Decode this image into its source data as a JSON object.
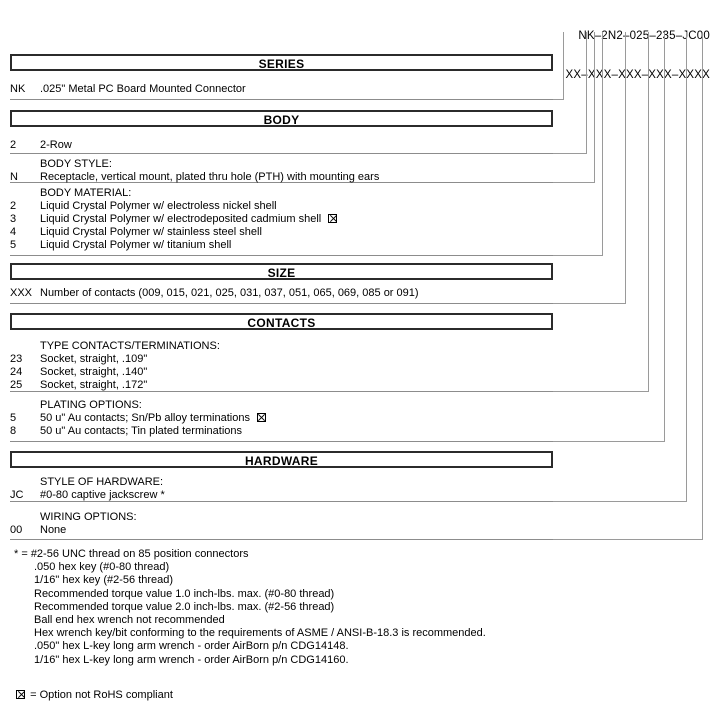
{
  "header": {
    "part_number": "NK–2N2–025–235–JC00",
    "mask": "XX–XXX–XXX–XXX–XXXX"
  },
  "sections": [
    {
      "title": "SERIES",
      "subsections": [
        {
          "title": null,
          "options": [
            {
              "code": "NK",
              "desc": ".025\" Metal PC Board Mounted Connector",
              "rohs": false
            }
          ]
        }
      ]
    },
    {
      "title": "BODY",
      "subsections": [
        {
          "title": null,
          "options": [
            {
              "code": "2",
              "desc": "2-Row",
              "rohs": false
            }
          ]
        },
        {
          "title": "BODY STYLE:",
          "options": [
            {
              "code": "N",
              "desc": "Receptacle, vertical mount, plated thru hole (PTH) with mounting ears",
              "rohs": false
            }
          ]
        },
        {
          "title": "BODY MATERIAL:",
          "options": [
            {
              "code": "2",
              "desc": "Liquid Crystal Polymer w/ electroless nickel shell",
              "rohs": false
            },
            {
              "code": "3",
              "desc": "Liquid Crystal Polymer w/ electrodeposited cadmium shell",
              "rohs": true
            },
            {
              "code": "4",
              "desc": "Liquid Crystal Polymer w/ stainless steel shell",
              "rohs": false
            },
            {
              "code": "5",
              "desc": "Liquid Crystal Polymer w/ titanium shell",
              "rohs": false
            }
          ]
        }
      ]
    },
    {
      "title": "SIZE",
      "subsections": [
        {
          "title": null,
          "options": [
            {
              "code": "XXX",
              "desc": "Number of contacts (009, 015, 021, 025, 031, 037, 051, 065, 069, 085 or 091)",
              "rohs": false
            }
          ]
        }
      ]
    },
    {
      "title": "CONTACTS",
      "subsections": [
        {
          "title": "TYPE CONTACTS/TERMINATIONS:",
          "options": [
            {
              "code": "23",
              "desc": "Socket, straight, .109\"",
              "rohs": false
            },
            {
              "code": "24",
              "desc": "Socket, straight, .140\"",
              "rohs": false
            },
            {
              "code": "25",
              "desc": "Socket, straight, .172\"",
              "rohs": false
            }
          ]
        },
        {
          "title": "PLATING OPTIONS:",
          "options": [
            {
              "code": "5",
              "desc": "50 u\" Au contacts; Sn/Pb alloy terminations",
              "rohs": true
            },
            {
              "code": "8",
              "desc": "50 u\" Au contacts; Tin plated terminations",
              "rohs": false
            }
          ]
        }
      ]
    },
    {
      "title": "HARDWARE",
      "subsections": [
        {
          "title": "STYLE OF HARDWARE:",
          "options": [
            {
              "code": "JC",
              "desc": "#0-80 captive jackscrew *",
              "rohs": false
            }
          ]
        },
        {
          "title": "WIRING OPTIONS:",
          "options": [
            {
              "code": "00",
              "desc": "None",
              "rohs": false
            }
          ]
        }
      ]
    }
  ],
  "footnotes": [
    "* = #2-56 UNC thread on 85 position connectors",
    ".050 hex key (#0-80 thread)",
    "1/16\" hex key (#2-56 thread)",
    "Recommended torque value 1.0 inch-lbs. max. (#0-80 thread)",
    "Recommended torque value 2.0 inch-lbs. max. (#2-56 thread)",
    "Ball end hex wrench not recommended",
    "Hex wrench key/bit conforming to the requirements of ASME / ANSI-B-18.3 is recommended.",
    ".050\" hex L-key long arm wrench - order AirBorn p/n CDG14148.",
    "1/16\" hex L-key long arm wrench - order AirBorn p/n CDG14160."
  ],
  "rohs_legend": "= Option not RoHS compliant",
  "colors": {
    "rule": "#8c8c8c",
    "box_border": "#2b2b2b",
    "leader": "#9a9a9a",
    "text": "#000000"
  }
}
